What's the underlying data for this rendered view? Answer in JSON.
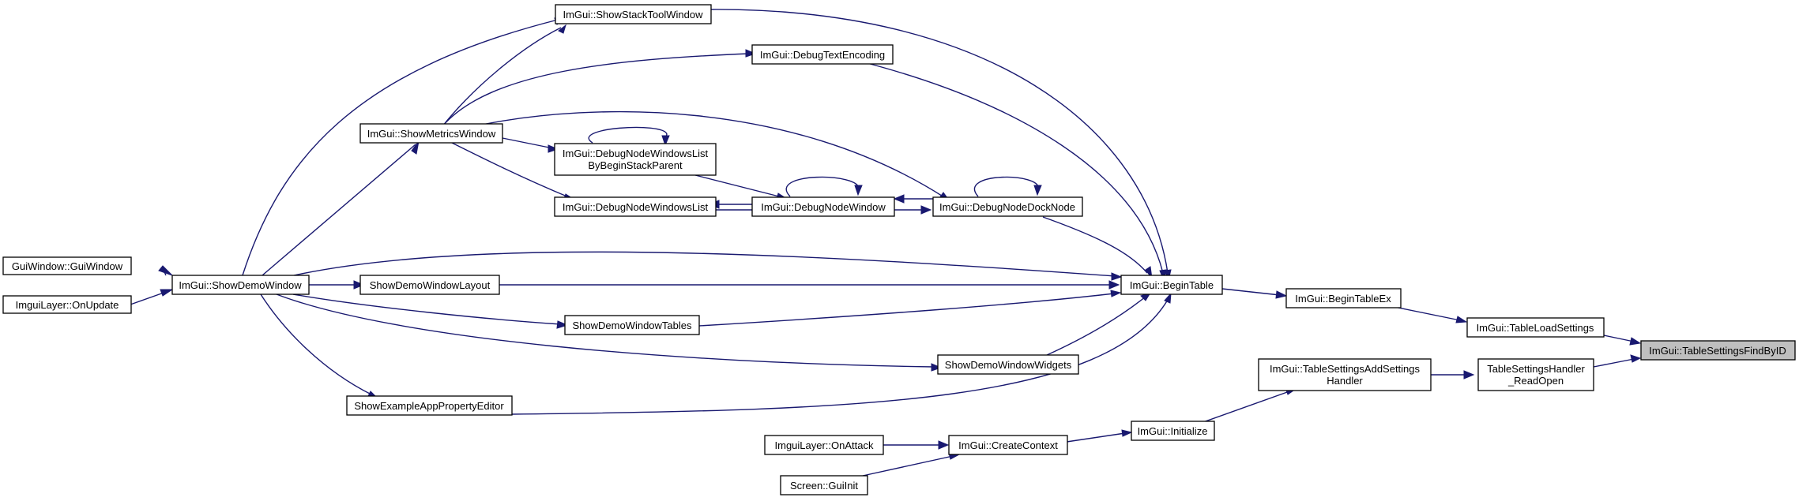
{
  "colors": {
    "edge": "#191970",
    "node_border": "#000000",
    "focus_fill": "#bfbfbf"
  },
  "nodes": {
    "gui_window": "GuiWindow::GuiWindow",
    "imgui_layer_onupdate": "ImguiLayer::OnUpdate",
    "show_demo_window": "ImGui::ShowDemoWindow",
    "show_stack_tool_window": "ImGui::ShowStackToolWindow",
    "debug_text_encoding": "ImGui::DebugTextEncoding",
    "show_metrics_window": "ImGui::ShowMetricsWindow",
    "debug_node_windows_list_by_begin_stack_parent": [
      "ImGui::DebugNodeWindowsList",
      "ByBeginStackParent"
    ],
    "debug_node_windows_list": "ImGui::DebugNodeWindowsList",
    "debug_node_window": "ImGui::DebugNodeWindow",
    "debug_node_dock_node": "ImGui::DebugNodeDockNode",
    "show_demo_window_layout": "ShowDemoWindowLayout",
    "show_demo_window_tables": "ShowDemoWindowTables",
    "show_demo_window_widgets": "ShowDemoWindowWidgets",
    "show_example_app_property_editor": "ShowExampleAppPropertyEditor",
    "begin_table": "ImGui::BeginTable",
    "begin_table_ex": "ImGui::BeginTableEx",
    "table_load_settings": "ImGui::TableLoadSettings",
    "table_settings_find_by_id": "ImGui::TableSettingsFindByID",
    "table_settings_add_settings_handler": [
      "ImGui::TableSettingsAddSettings",
      "Handler"
    ],
    "table_settings_handler_read_open": [
      "TableSettingsHandler",
      "_ReadOpen"
    ],
    "initialize": "ImGui::Initialize",
    "create_context": "ImGui::CreateContext",
    "imgui_layer_onattack": "ImguiLayer::OnAttack",
    "screen_guiinit": "Screen::GuiInit"
  }
}
